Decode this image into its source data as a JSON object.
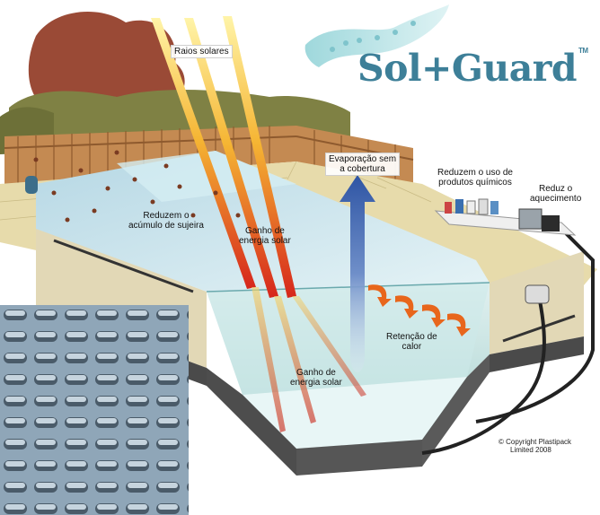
{
  "brand": {
    "name": "Sol+Guard",
    "trademark": "TM"
  },
  "labels": {
    "sun_rays": "Raios solares",
    "evaporation": [
      "Evaporação sem",
      "a cobertura"
    ],
    "reduce_chemicals": [
      "Reduzem o uso de",
      "produtos químicos"
    ],
    "reduce_heating": [
      "Reduz o",
      "aquecimento"
    ],
    "reduce_dirt": [
      "Reduzem o",
      "acúmulo de sujeira"
    ],
    "solar_gain_top": [
      "Ganho de",
      "energia solar"
    ],
    "heat_retention": [
      "Retenção de",
      "calor"
    ],
    "solar_gain_bottom": [
      "Ganho de",
      "energia solar"
    ]
  },
  "copyright": [
    "© Copyright Plastipack",
    "Limited 2008"
  ],
  "colors": {
    "logo": "#3d7f98",
    "water": "#cfe9ef",
    "deck": "#e6d9a8",
    "fence": "#c0874f",
    "sun_ray": "#f0b830",
    "evaporation_arrow": "#3b5fa8"
  }
}
